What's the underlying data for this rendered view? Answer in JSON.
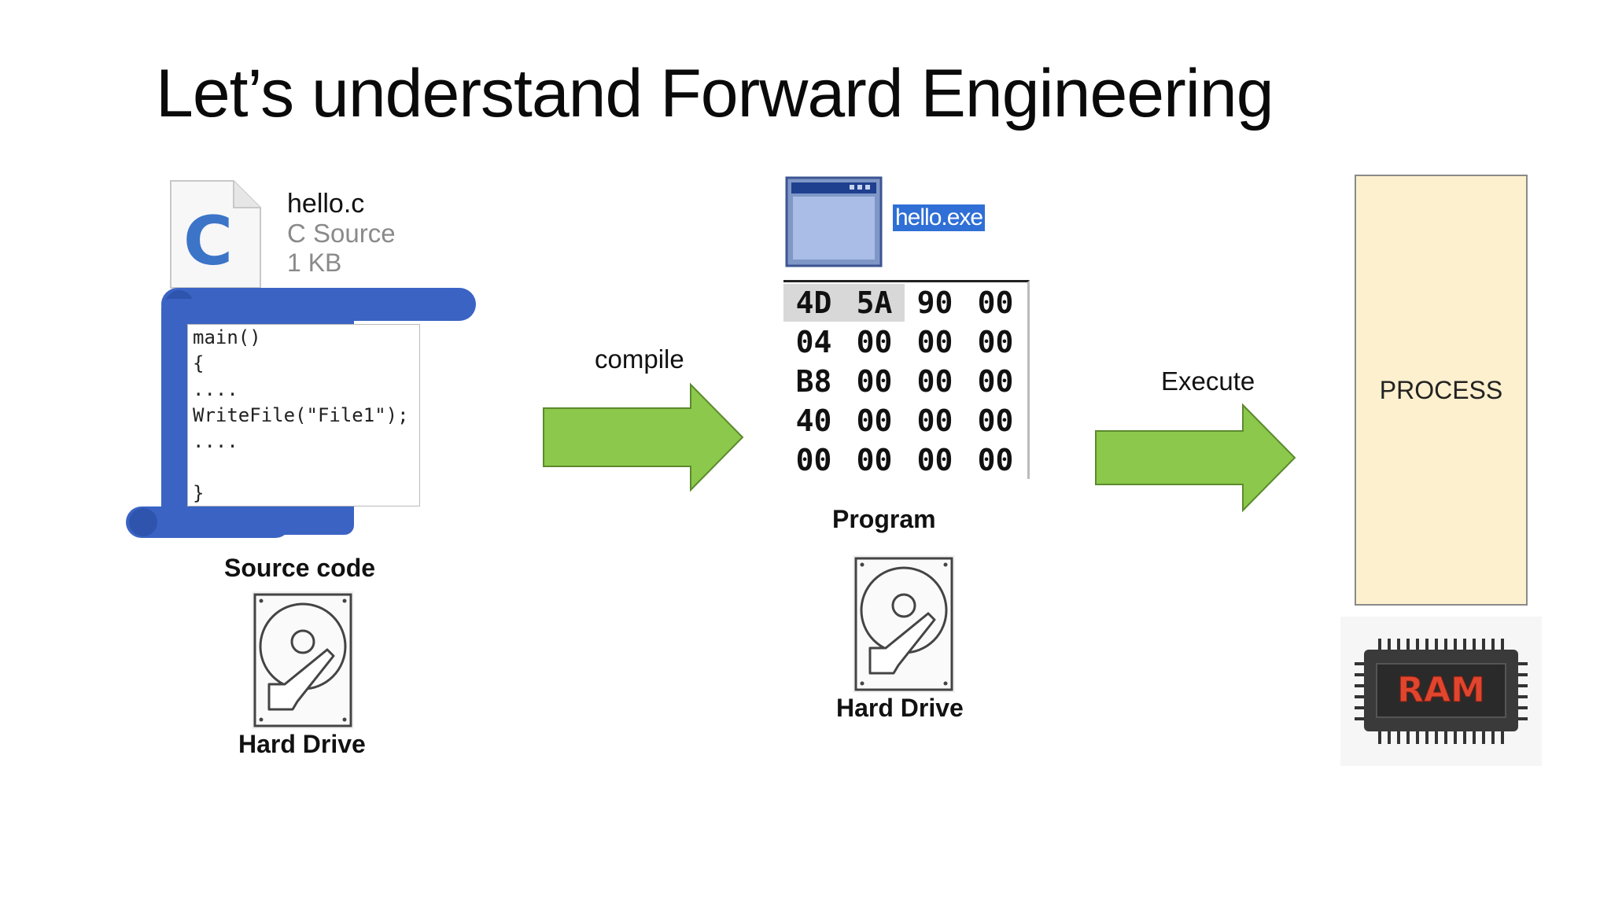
{
  "title": "Let’s understand Forward Engineering",
  "source_file": {
    "icon": "c-source-file-icon",
    "icon_letter": "C",
    "name": "hello.c",
    "type": "C Source",
    "size": "1 KB"
  },
  "code_lines": [
    "main()",
    "{",
    "....",
    "WriteFile(\"File1\");",
    "....",
    "",
    "}"
  ],
  "source_caption": "Source code",
  "hard_drive_label": "Hard Drive",
  "compile_label": "compile",
  "executable": {
    "icon": "window-app-icon",
    "name": "hello.exe"
  },
  "hex_rows": [
    [
      "4D",
      "5A",
      "90",
      "00"
    ],
    [
      "04",
      "00",
      "00",
      "00"
    ],
    [
      "B8",
      "00",
      "00",
      "00"
    ],
    [
      "40",
      "00",
      "00",
      "00"
    ],
    [
      "00",
      "00",
      "00",
      "00"
    ]
  ],
  "program_caption": "Program",
  "execute_label": "Execute",
  "process_label": "PROCESS",
  "ram_label": "RAM",
  "colors": {
    "scroll_blue": "#3a63c4",
    "arrow_green": "#8cc84b",
    "process_fill": "#fdf0ce",
    "ram_text": "#e0452e"
  }
}
